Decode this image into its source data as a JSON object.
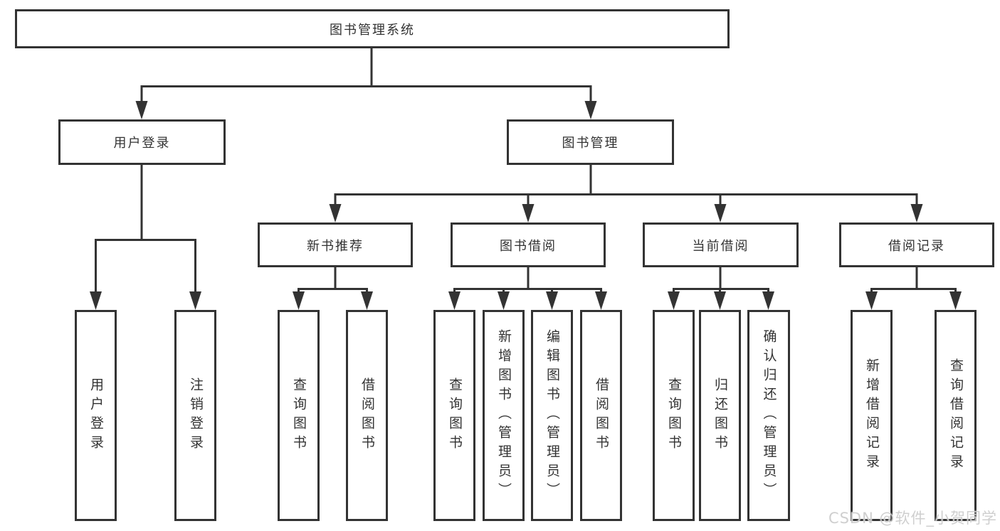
{
  "diagram": {
    "type": "hierarchy-tree",
    "line_color": "#333333",
    "background": "#ffffff",
    "watermark_color": "#cccccc"
  },
  "tree": {
    "label": "图书管理系统",
    "children": [
      {
        "label": "用户登录",
        "children": [
          {
            "label": "用户登录"
          },
          {
            "label": "注销登录"
          }
        ]
      },
      {
        "label": "图书管理",
        "children": [
          {
            "label": "新书推荐",
            "children": [
              {
                "label": "查询图书"
              },
              {
                "label": "借阅图书"
              }
            ]
          },
          {
            "label": "图书借阅",
            "children": [
              {
                "label": "查询图书"
              },
              {
                "label": "新增图书（管理员）"
              },
              {
                "label": "编辑图书（管理员）"
              },
              {
                "label": "借阅图书"
              }
            ]
          },
          {
            "label": "当前借阅",
            "children": [
              {
                "label": "查询图书"
              },
              {
                "label": "归还图书"
              },
              {
                "label": "确认归还（管理员）"
              }
            ]
          },
          {
            "label": "借阅记录",
            "children": [
              {
                "label": "新增借阅记录"
              },
              {
                "label": "查询借阅记录"
              }
            ]
          }
        ]
      }
    ]
  },
  "watermark": {
    "text": "CSDN @软件_小贺同学"
  }
}
